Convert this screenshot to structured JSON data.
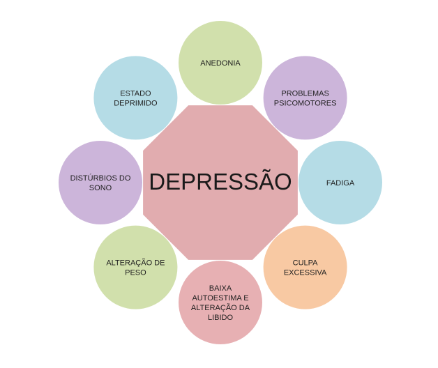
{
  "center": {
    "label": "DEPRESSÃO",
    "color": "#dc9da1"
  },
  "nodes": [
    {
      "id": "anedonia",
      "lines": [
        "ANEDONIA"
      ],
      "color": "#c9da9e"
    },
    {
      "id": "problemas-psicomotores",
      "lines": [
        "PROBLEMAS",
        "PSICOMOTORES"
      ],
      "color": "#c3a8d4"
    },
    {
      "id": "fadiga",
      "lines": [
        "FADIGA"
      ],
      "color": "#a8d6e2"
    },
    {
      "id": "culpa-excessiva",
      "lines": [
        "CULPA",
        "EXCESSIVA"
      ],
      "color": "#f7bf93"
    },
    {
      "id": "baixa-autoestima",
      "lines": [
        "BAIXA",
        "AUTOESTIMA  E",
        "ALTERAÇÃO DA",
        "LIBIDO"
      ],
      "color": "#e3a2a6"
    },
    {
      "id": "alteracao-de-peso",
      "lines": [
        "ALTERAÇÃO DE",
        "PESO"
      ],
      "color": "#c9da9e"
    },
    {
      "id": "disturbios-do-sono",
      "lines": [
        "DISTÚRBIOS DO",
        "SONO"
      ],
      "color": "#c3a8d4"
    },
    {
      "id": "estado-deprimido",
      "lines": [
        "ESTADO",
        "DEPRIMIDO"
      ],
      "color": "#a8d6e2"
    }
  ]
}
